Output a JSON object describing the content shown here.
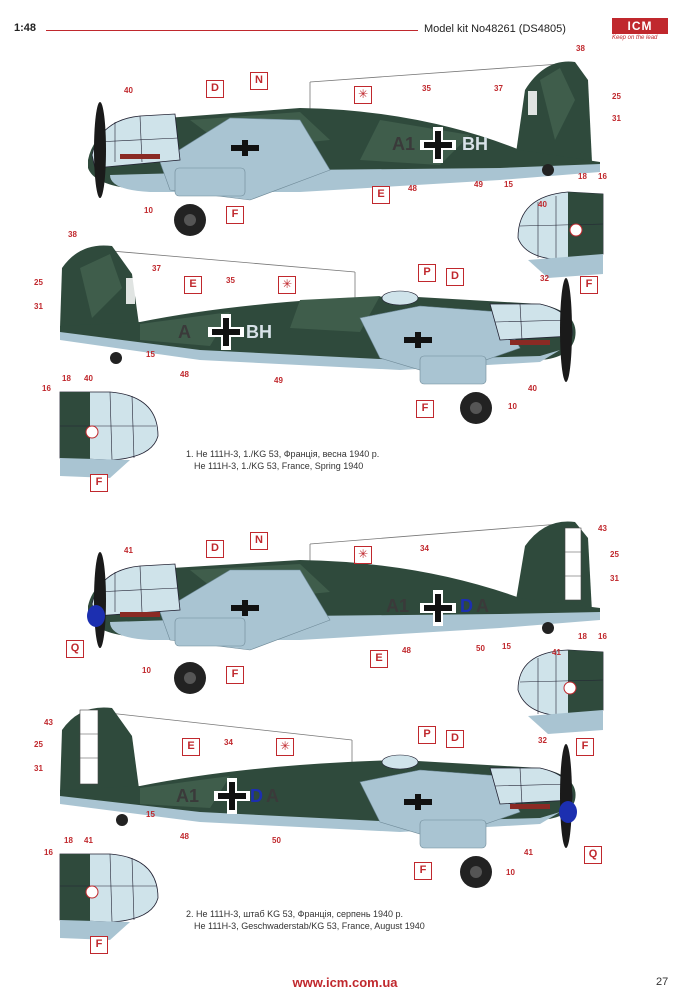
{
  "header": {
    "scale": "1:48",
    "kit_title": "Model kit No48261 (DS4805)",
    "logo_text": "ICM",
    "logo_tagline": "Keep on the lead"
  },
  "colors": {
    "accent": "#c0282d",
    "camo_dark": "#2f4a3c",
    "camo_mid": "#3f5d4b",
    "underside": "#a9c4d2",
    "spinner_blue": "#1c2fb0"
  },
  "profiles": {
    "p1": {
      "code_left": "A1",
      "code_right": "BH",
      "callouts": [
        "40",
        "38",
        "37",
        "25",
        "31",
        "35",
        "48",
        "49",
        "15",
        "10"
      ],
      "boxes": [
        "D",
        "N",
        "E",
        "F"
      ]
    },
    "p2": {
      "code_left": "A",
      "code_right": "BH",
      "callouts": [
        "38",
        "25",
        "37",
        "31",
        "35",
        "48",
        "49",
        "15",
        "40",
        "10"
      ],
      "boxes": [
        "E",
        "P",
        "D",
        "F"
      ],
      "nose_callouts": [
        "16",
        "18",
        "40"
      ],
      "nose_box": "F"
    },
    "nose1": {
      "callouts": [
        "18",
        "16",
        "40",
        "32"
      ],
      "box": "F"
    },
    "p3": {
      "code_left": "A1",
      "code_right_d": "D",
      "code_right_a": "A",
      "callouts": [
        "41",
        "43",
        "25",
        "31",
        "34",
        "48",
        "50",
        "15",
        "10"
      ],
      "boxes": [
        "D",
        "N",
        "Q",
        "E",
        "F"
      ]
    },
    "nose3": {
      "callouts": [
        "18",
        "16",
        "41",
        "32"
      ],
      "box": "F"
    },
    "p4": {
      "code_left": "A1",
      "code_right_d": "D",
      "code_right_a": "A",
      "callouts": [
        "43",
        "25",
        "31",
        "34",
        "48",
        "50",
        "15",
        "41",
        "10"
      ],
      "boxes": [
        "E",
        "P",
        "D",
        "Q",
        "F"
      ],
      "nose_callouts": [
        "18",
        "41",
        "16"
      ],
      "nose_box": "F"
    }
  },
  "captions": {
    "c1_line1": "1. He 111H-3, 1./KG 53, Франція, весна 1940 р.",
    "c1_line2": "He 111H-3, 1./KG 53, France, Spring 1940",
    "c2_line1": "2. He 111H-3, штаб KG 53, Франція, серпень 1940 р.",
    "c2_line2": "He 111H-3, Geschwaderstab/KG 53, France, August 1940"
  },
  "footer": {
    "url": "www.icm.com.ua",
    "page": "27"
  }
}
